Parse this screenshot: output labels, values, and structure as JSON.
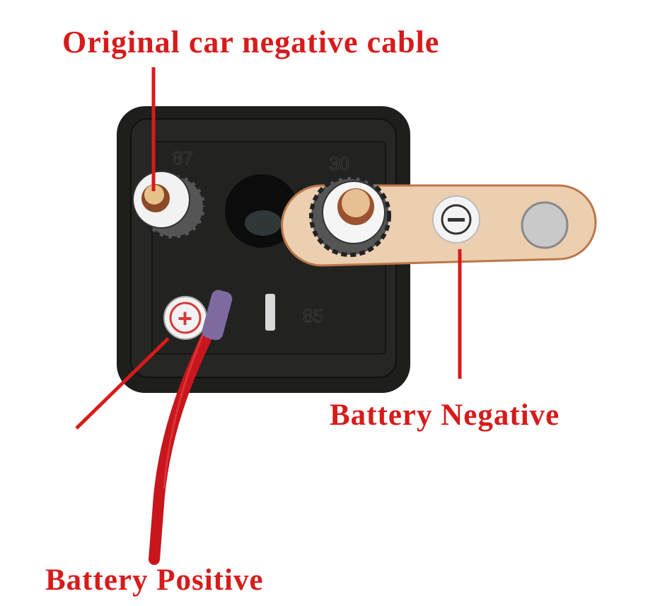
{
  "callouts": {
    "original_cable": "Original car negative cable",
    "battery_negative": "Battery Negative",
    "battery_positive": "Battery Positive"
  },
  "terminals": {
    "t87": "87",
    "t30": "30",
    "t85": "85",
    "plus": "+"
  },
  "colors": {
    "label_red": "#d71b1b",
    "housing": "#1e1e1c",
    "copper": "#e9c9a8",
    "cable": "#c8161c"
  }
}
